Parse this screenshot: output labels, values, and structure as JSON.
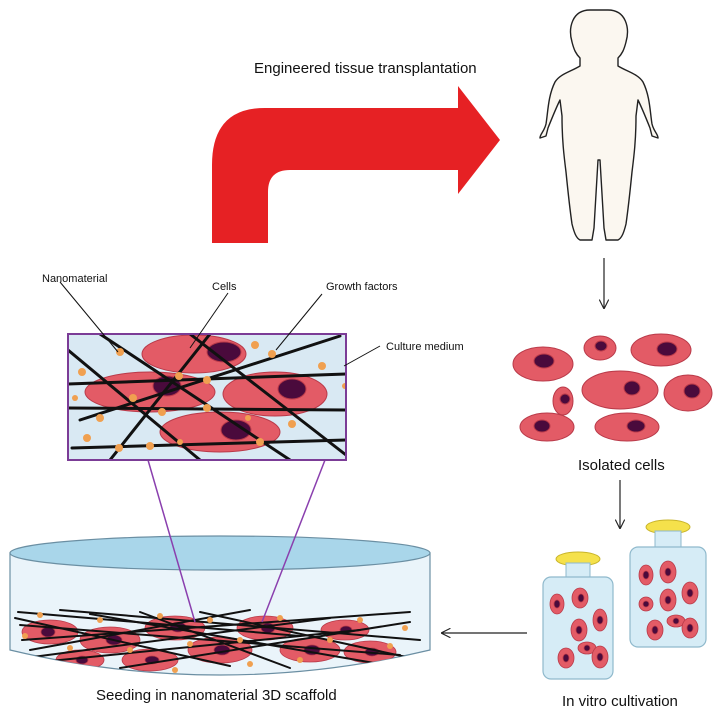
{
  "labels": {
    "transplant": "Engineered tissue transplantation",
    "nanomaterial": "Nanomaterial",
    "cells": "Cells",
    "growth_factors": "Growth factors",
    "culture_medium": "Culture medium",
    "isolated_cells": "Isolated cells",
    "in_vitro": "In vitro cultivation",
    "seeding": "Seeding in nanomaterial 3D scaffold"
  },
  "colors": {
    "cell_fill": "#e35b66",
    "cell_nucleus": "#4a0a3c",
    "big_arrow": "#e62124",
    "growth_factor": "#f0a050",
    "medium": "#d9e9f3",
    "box_border": "#7b3c96",
    "dish_water": "#a9d6ea",
    "cap_yellow": "#f5e14b"
  },
  "icons": [
    "human-silhouette-icon",
    "petri-dish-icon",
    "culture-flask-icon"
  ]
}
